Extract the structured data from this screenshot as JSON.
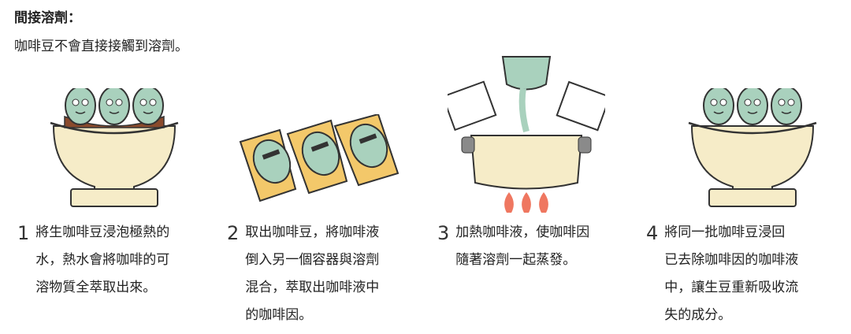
{
  "header": {
    "title": "間接溶劑：",
    "subtitle": "咖啡豆不會直接接觸到溶劑。"
  },
  "colors": {
    "bean": "#a9d1bd",
    "bowl": "#f6ecc8",
    "coffee": "#8a4a2c",
    "outline": "#333333",
    "flame": "#ef7760",
    "chair": "#f3c86a",
    "solvent": "#a9d1bd",
    "pot_handle": "#8a8a8a"
  },
  "steps": [
    {
      "number": "1",
      "lines": [
        "將生咖啡豆浸泡極熱的",
        "水，熱水會將咖啡的可",
        "溶物質全萃取出來。"
      ],
      "icon": "bowl-of-beans-in-hot-water-icon"
    },
    {
      "number": "2",
      "lines": [
        "取出咖啡豆，將咖啡液",
        "倒入另一個容器與溶劑",
        "混合，萃取出咖啡液中",
        "的咖啡因。"
      ],
      "icon": "beans-on-lounge-chairs-icon"
    },
    {
      "number": "3",
      "lines": [
        "加熱咖啡液，使咖啡因",
        "隨著溶劑一起蒸發。"
      ],
      "icon": "heated-pot-with-solvent-icon"
    },
    {
      "number": "4",
      "lines": [
        "將同一批咖啡豆浸回",
        "已去除咖啡因的咖啡液",
        "中，讓生豆重新吸收流",
        "失的成分。"
      ],
      "icon": "bowl-of-beans-reabsorb-icon"
    }
  ]
}
